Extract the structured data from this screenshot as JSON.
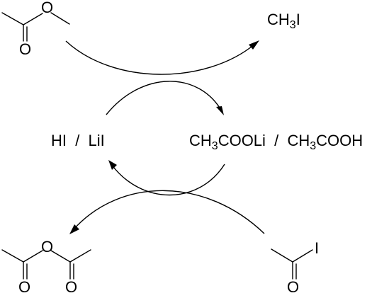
{
  "molecules": {
    "methyl_acetate": {
      "ester_o": "O",
      "carbonyl_o": "O"
    },
    "acetic_anhydride": {
      "bridge_o": "O",
      "left_carbonyl_o": "O",
      "right_carbonyl_o": "O"
    },
    "acetyl_iodide": {
      "iodine": "I",
      "carbonyl_o": "O"
    }
  },
  "labels": {
    "methyl_iodide": {
      "p1": "CH",
      "s1": "3",
      "p2": "I"
    },
    "hi_lii": {
      "text": "HI  /  LiI"
    },
    "acetate": {
      "p1": "CH",
      "s1": "3",
      "p2": "COOLi  /  CH",
      "s2": "3",
      "p3": "COOH"
    }
  }
}
